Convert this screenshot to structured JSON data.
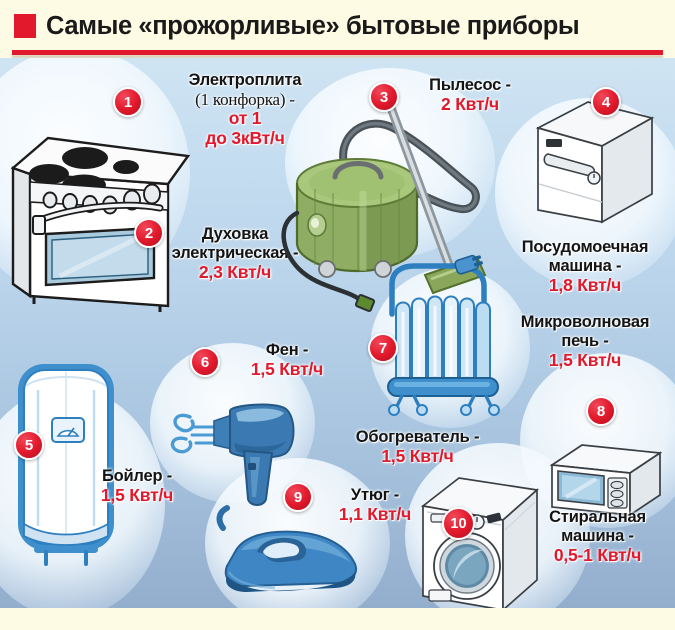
{
  "header": {
    "title": "Самые «прожорливые» бытовые приборы",
    "accent_color": "#e2192c",
    "bg_color": "#fdfbe4"
  },
  "appliances": [
    {
      "num": "1",
      "name_line1": "Электроплита",
      "name_line2": "(1 конфорка) -",
      "value_line1": "от 1",
      "value_line2": "до 3кВт/ч",
      "icon": "electric-stove-icon"
    },
    {
      "num": "2",
      "name_line1": "Духовка",
      "name_line2": "электрическая -",
      "value_line1": "2,3 Квт/ч",
      "icon": "electric-oven-icon"
    },
    {
      "num": "3",
      "name_line1": "Пылесос -",
      "value_line1": "2 Квт/ч",
      "icon": "vacuum-cleaner-icon"
    },
    {
      "num": "4",
      "name_line1": "Посудомоечная",
      "name_line2": "машина -",
      "value_line1": "1,8 Квт/ч",
      "icon": "dishwasher-icon"
    },
    {
      "num": "5",
      "name_line1": "Бойлер -",
      "value_line1": "1,5 Квт/ч",
      "icon": "water-heater-boiler-icon"
    },
    {
      "num": "6",
      "name_line1": "Фен -",
      "value_line1": "1,5 Квт/ч",
      "icon": "hair-dryer-icon"
    },
    {
      "num": "7",
      "name_line1": "Обогреватель -",
      "value_line1": "1,5 Квт/ч",
      "icon": "oil-radiator-heater-icon"
    },
    {
      "num": "8",
      "name_line1": "Микроволновая",
      "name_line2": "печь -",
      "value_line1": "1,5 Квт/ч",
      "icon": "microwave-oven-icon"
    },
    {
      "num": "9",
      "name_line1": "Утюг -",
      "value_line1": "1,1 Квт/ч",
      "icon": "clothes-iron-icon"
    },
    {
      "num": "10",
      "name_line1": "Стиральная",
      "name_line2": "машина -",
      "value_line1": "0,5-1 Квт/ч",
      "icon": "washing-machine-icon"
    }
  ],
  "chart_data": {
    "type": "bar",
    "title": "Самые «прожорливые» бытовые приборы",
    "xlabel": "",
    "ylabel": "кВт/ч",
    "categories": [
      "Электроплита (1 конфорка)",
      "Духовка электрическая",
      "Пылесос",
      "Посудомоечная машина",
      "Бойлер",
      "Фен",
      "Обогреватель",
      "Микроволновая печь",
      "Утюг",
      "Стиральная машина"
    ],
    "values": [
      3,
      2.3,
      2,
      1.8,
      1.5,
      1.5,
      1.5,
      1.5,
      1.1,
      1
    ],
    "value_labels": [
      "от 1 до 3кВт/ч",
      "2,3 Квт/ч",
      "2 Квт/ч",
      "1,8 Квт/ч",
      "1,5 Квт/ч",
      "1,5 Квт/ч",
      "1,5 Квт/ч",
      "1,5 Квт/ч",
      "1,1 Квт/ч",
      "0,5-1 Квт/ч"
    ],
    "ranges": [
      [
        1,
        3
      ],
      [
        2.3,
        2.3
      ],
      [
        2,
        2
      ],
      [
        1.8,
        1.8
      ],
      [
        1.5,
        1.5
      ],
      [
        1.5,
        1.5
      ],
      [
        1.5,
        1.5
      ],
      [
        1.5,
        1.5
      ],
      [
        1.1,
        1.1
      ],
      [
        0.5,
        1
      ]
    ],
    "unit": "Квт/ч",
    "ylim": [
      0,
      3
    ],
    "grid": false,
    "legend": "none"
  }
}
